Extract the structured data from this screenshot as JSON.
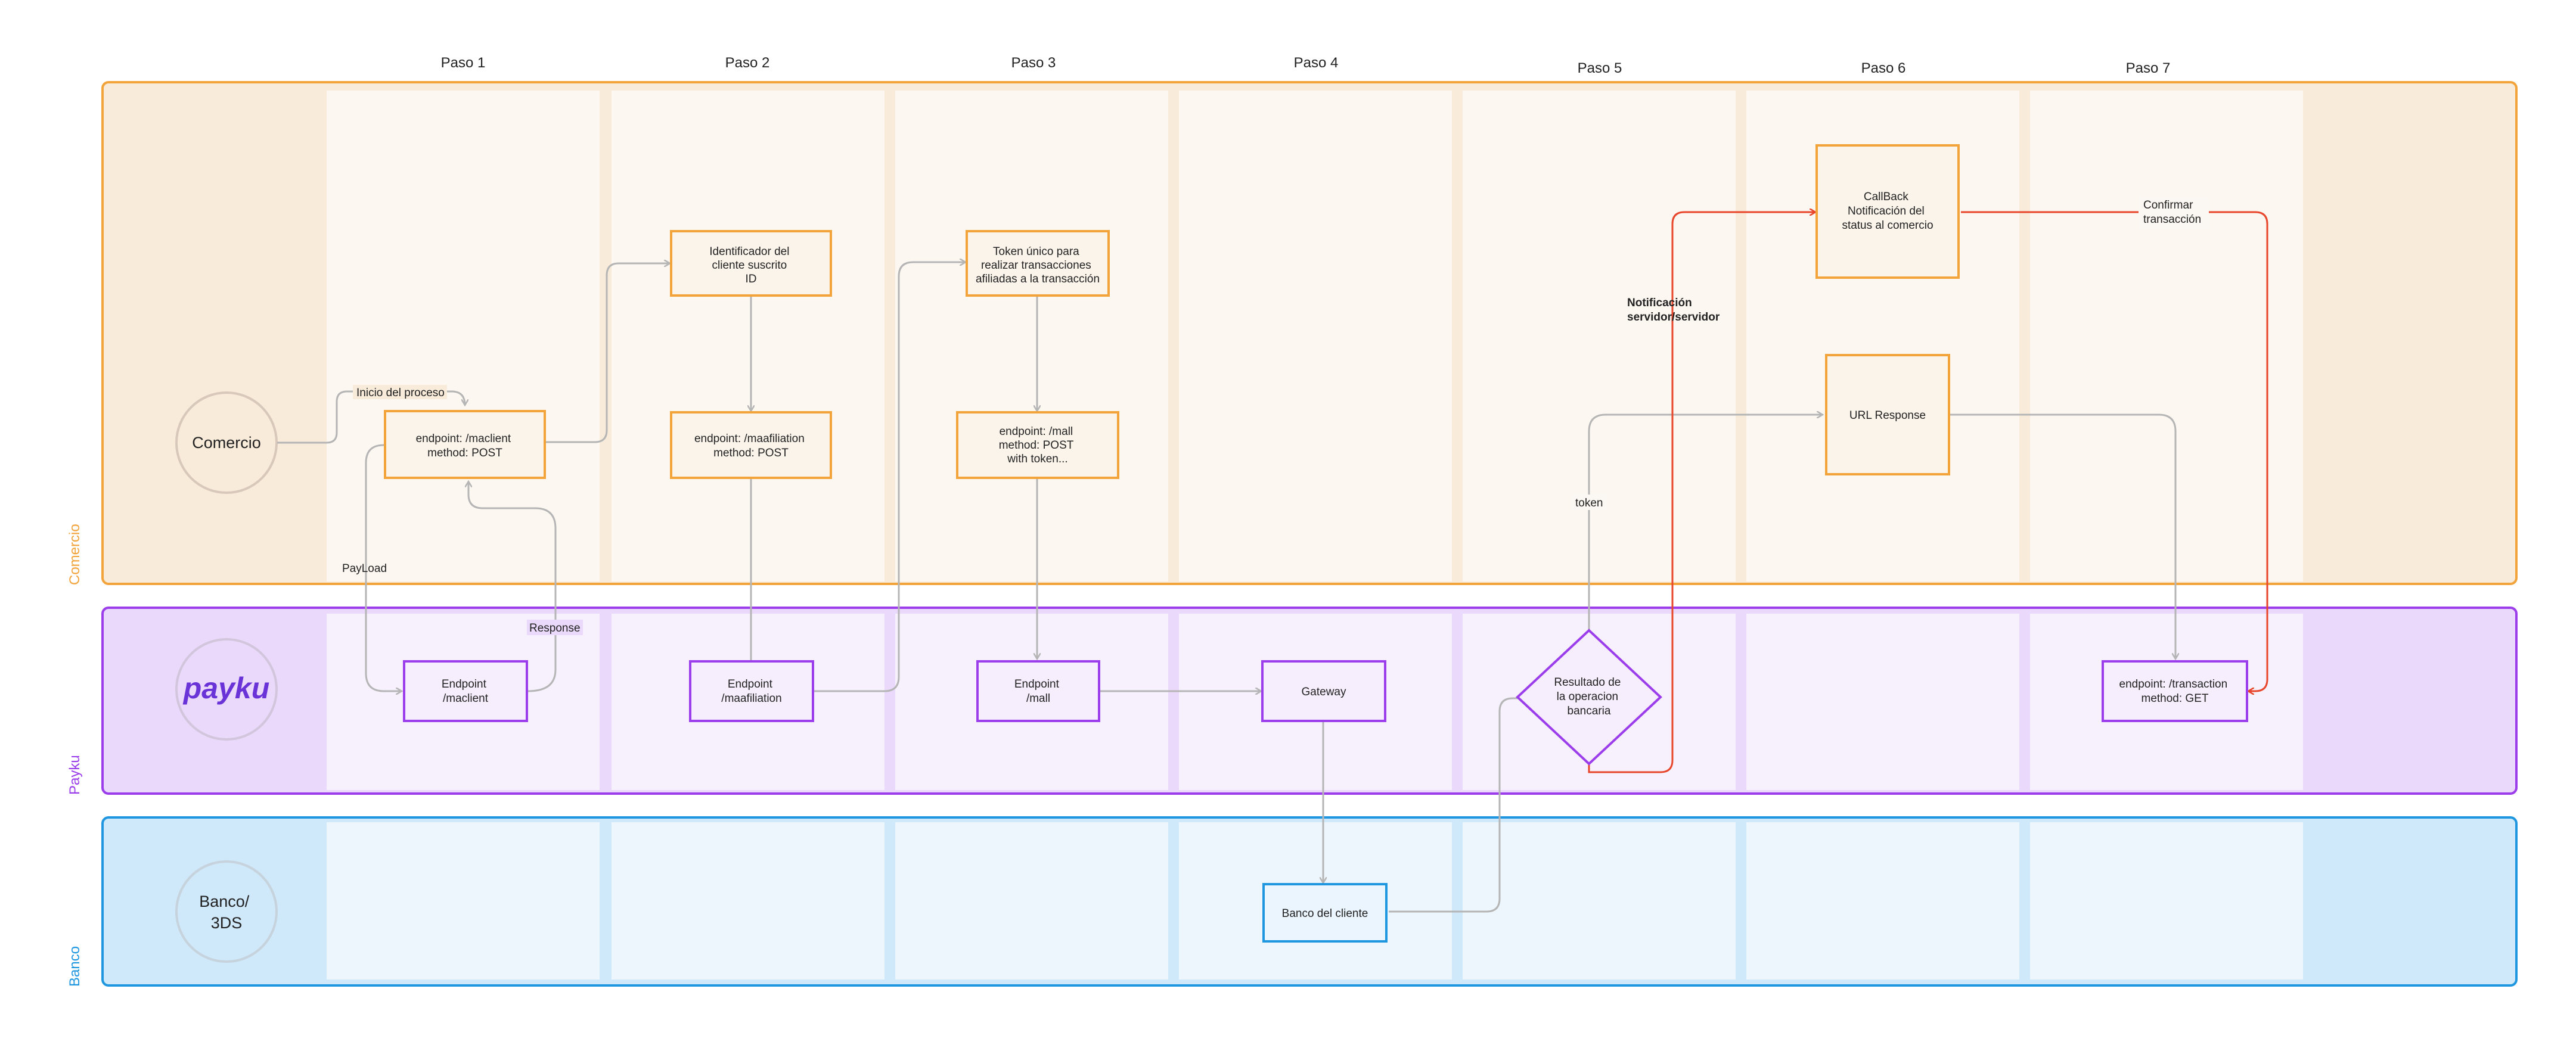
{
  "steps": [
    "Paso 1",
    "Paso 2",
    "Paso 3",
    "Paso 4",
    "Paso 5",
    "Paso 6",
    "Paso 7"
  ],
  "lanes": {
    "comercio": {
      "label": "Comercio",
      "actor": "Comercio",
      "color": "#F2A33A"
    },
    "payku": {
      "label": "Payku",
      "logo_text": "payku",
      "color": "#9B3DEB"
    },
    "banco": {
      "label": "Banco",
      "actor_line1": "Banco/",
      "actor_line2": "3DS",
      "color": "#1E96E0"
    }
  },
  "nodes": {
    "maclient_endpoint": [
      "endpoint: /maclient",
      "method: POST"
    ],
    "client_id": [
      "Identificador del",
      "cliente suscrito",
      "ID"
    ],
    "maafiliation_endpoint": [
      "endpoint: /maafiliation",
      "method: POST"
    ],
    "token": [
      "Token único para",
      "realizar transacciones",
      "afiliadas a la transacción"
    ],
    "mall_endpoint": [
      "endpoint: /mall",
      "method: POST",
      "with token..."
    ],
    "callback": [
      "CallBack",
      "Notificación del",
      "status al comercio"
    ],
    "url_response": [
      "URL Response"
    ],
    "payku_maclient": [
      "Endpoint",
      "/maclient"
    ],
    "payku_maafiliation": [
      "Endpoint",
      "/maafiliation"
    ],
    "payku_mall": [
      "Endpoint",
      "/mall"
    ],
    "gateway": [
      "Gateway"
    ],
    "resultado": [
      "Resultado de",
      "la operacion",
      "bancaria"
    ],
    "transaction": [
      "endpoint: /transaction",
      "method: GET"
    ],
    "banco_cliente": [
      "Banco del cliente"
    ]
  },
  "labels": {
    "inicio": "Inicio del proceso",
    "payload": "PayLoad",
    "response": "Response",
    "token": "token",
    "notificacion": [
      "Notificación",
      "servidor/servidor"
    ],
    "confirmar": [
      "Confirmar",
      "transacción"
    ]
  }
}
